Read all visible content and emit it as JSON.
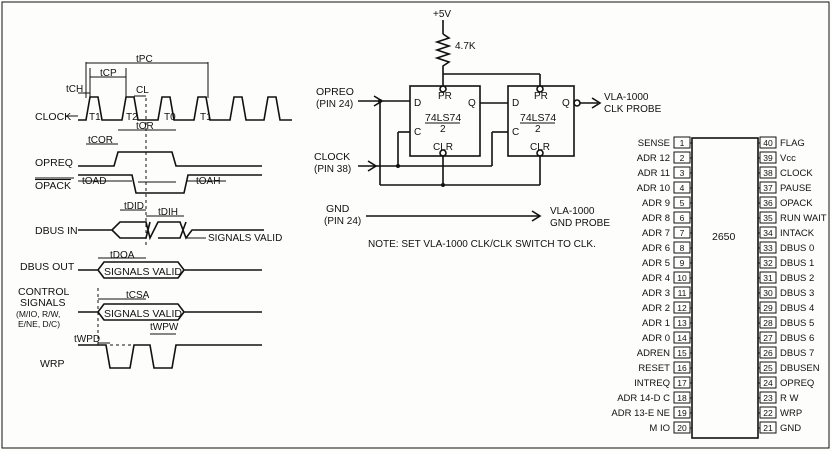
{
  "timing": {
    "signals": {
      "clock": "CLOCK",
      "opreq": "OPREQ",
      "opack": "OPACK",
      "dbus_in": "DBUS IN",
      "dbus_out": "DBUS OUT",
      "control_1": "CONTROL",
      "control_2": "SIGNALS",
      "control_3": "(M/IO, R/W,",
      "control_4": "E/NE, D/C)",
      "wrp": "WRP"
    },
    "states": {
      "t1a": "T1",
      "t2": "T2",
      "t0": "T0",
      "t1b": "T1"
    },
    "params": {
      "tpc": "tPC",
      "tcp": "tCP",
      "tch": "tCH",
      "cl": "CL",
      "tcor": "tCOR",
      "tor": "tOR",
      "toad": "tOAD",
      "toah": "tOAH",
      "tdid": "tDID",
      "tdih": "tDIH",
      "tdoa": "tDOA",
      "tcsa": "tCSA",
      "twpd": "tWPD",
      "twpw": "tWPW"
    },
    "signals_valid": "SIGNALS VALID",
    "signals_valid_box_1": "SIGNALS VALID",
    "signals_valid_box_2": "SIGNALS VALID"
  },
  "schematic": {
    "vcc": "+5V",
    "resistor": "4.7K",
    "opreq_1": "OPREO",
    "opreq_2": "(PIN 24)",
    "clock_1": "CLOCK",
    "clock_2": "(PIN 38)",
    "gnd_1": "GND",
    "gnd_2": "(PIN 24)",
    "ff1_part": "74LS74",
    "ff1_num": "2",
    "ff2_part": "74LS74",
    "ff2_num": "2",
    "pr": "PR",
    "clr": "CLR",
    "d": "D",
    "c": "C",
    "q": "Q",
    "probe_1": "VLA-1000",
    "probe_2": "CLK PROBE",
    "gnd_probe_1": "VLA-1000",
    "gnd_probe_2": "GND PROBE",
    "note": "NOTE: SET VLA-1000 CLK/CLK SWITCH TO CLK."
  },
  "chip": {
    "name": "2650",
    "left_pins": [
      {
        "n": "1",
        "label": "SENSE"
      },
      {
        "n": "2",
        "label": "ADR 12"
      },
      {
        "n": "3",
        "label": "ADR 11"
      },
      {
        "n": "4",
        "label": "ADR 10"
      },
      {
        "n": "5",
        "label": "ADR 9"
      },
      {
        "n": "6",
        "label": "ADR 8"
      },
      {
        "n": "7",
        "label": "ADR 7"
      },
      {
        "n": "8",
        "label": "ADR 6"
      },
      {
        "n": "9",
        "label": "ADR 5"
      },
      {
        "n": "10",
        "label": "ADR 4"
      },
      {
        "n": "11",
        "label": "ADR 3"
      },
      {
        "n": "12",
        "label": "ADR 2"
      },
      {
        "n": "13",
        "label": "ADR 1"
      },
      {
        "n": "14",
        "label": "ADR 0"
      },
      {
        "n": "15",
        "label": "ADREN"
      },
      {
        "n": "16",
        "label": "RESET"
      },
      {
        "n": "17",
        "label": "INTREQ"
      },
      {
        "n": "18",
        "label": "ADR 14-D C"
      },
      {
        "n": "19",
        "label": "ADR 13-E NE"
      },
      {
        "n": "20",
        "label": "M IO"
      }
    ],
    "right_pins": [
      {
        "n": "40",
        "label": "FLAG"
      },
      {
        "n": "39",
        "label": "Vcc"
      },
      {
        "n": "38",
        "label": "CLOCK"
      },
      {
        "n": "37",
        "label": "PAUSE"
      },
      {
        "n": "36",
        "label": "OPACK"
      },
      {
        "n": "35",
        "label": "RUN WAIT"
      },
      {
        "n": "34",
        "label": "INTACK"
      },
      {
        "n": "33",
        "label": "DBUS 0"
      },
      {
        "n": "32",
        "label": "DBUS 1"
      },
      {
        "n": "31",
        "label": "DBUS 2"
      },
      {
        "n": "30",
        "label": "DBUS 3"
      },
      {
        "n": "29",
        "label": "DBUS 4"
      },
      {
        "n": "28",
        "label": "DBUS 5"
      },
      {
        "n": "27",
        "label": "DBUS 6"
      },
      {
        "n": "26",
        "label": "DBUS 7"
      },
      {
        "n": "25",
        "label": "DBUSEN"
      },
      {
        "n": "24",
        "label": "OPREQ"
      },
      {
        "n": "23",
        "label": "R W"
      },
      {
        "n": "22",
        "label": "WRP"
      },
      {
        "n": "21",
        "label": "GND"
      }
    ]
  }
}
